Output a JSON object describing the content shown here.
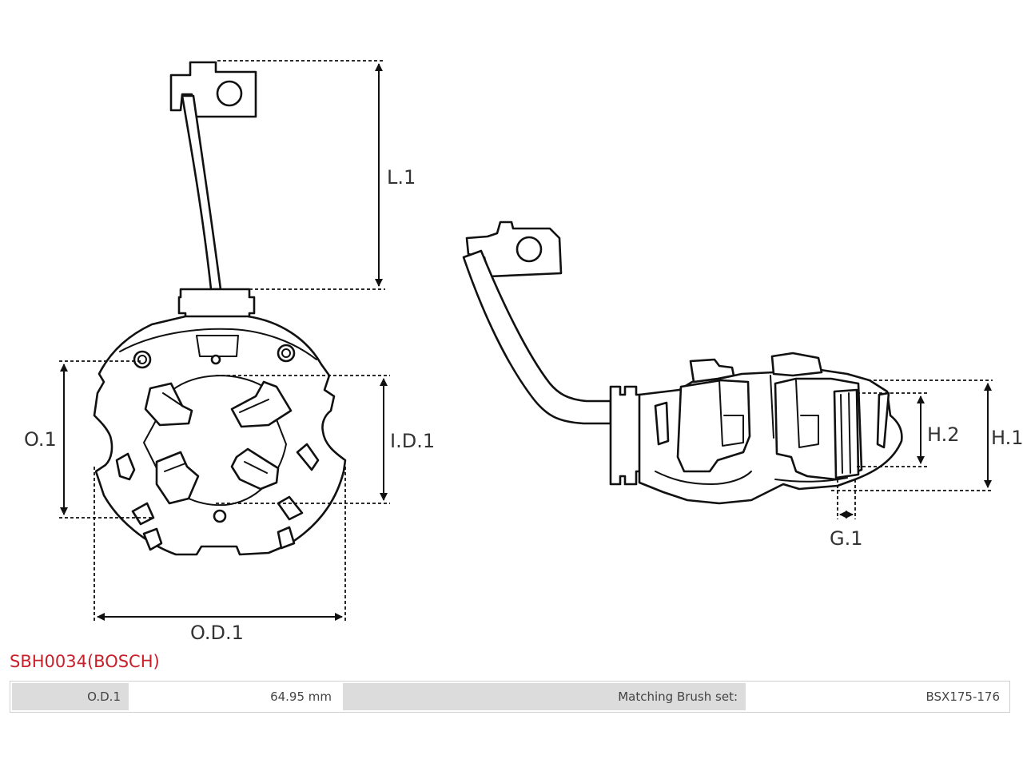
{
  "diagram": {
    "labels": {
      "l1": "L.1",
      "o1": "O.1",
      "id1": "I.D.1",
      "od1": "O.D.1",
      "h1": "H.1",
      "h2": "H.2",
      "g1": "G.1"
    }
  },
  "part": {
    "title": "SBH0034(BOSCH)"
  },
  "specs": {
    "od1_label": "O.D.1",
    "od1_value": "64.95 mm",
    "brush_label": "Matching Brush set:",
    "brush_value": "BSX175-176"
  },
  "colors": {
    "title": "#c8202a",
    "label_bg": "#dcdcdc",
    "line": "#111111"
  }
}
